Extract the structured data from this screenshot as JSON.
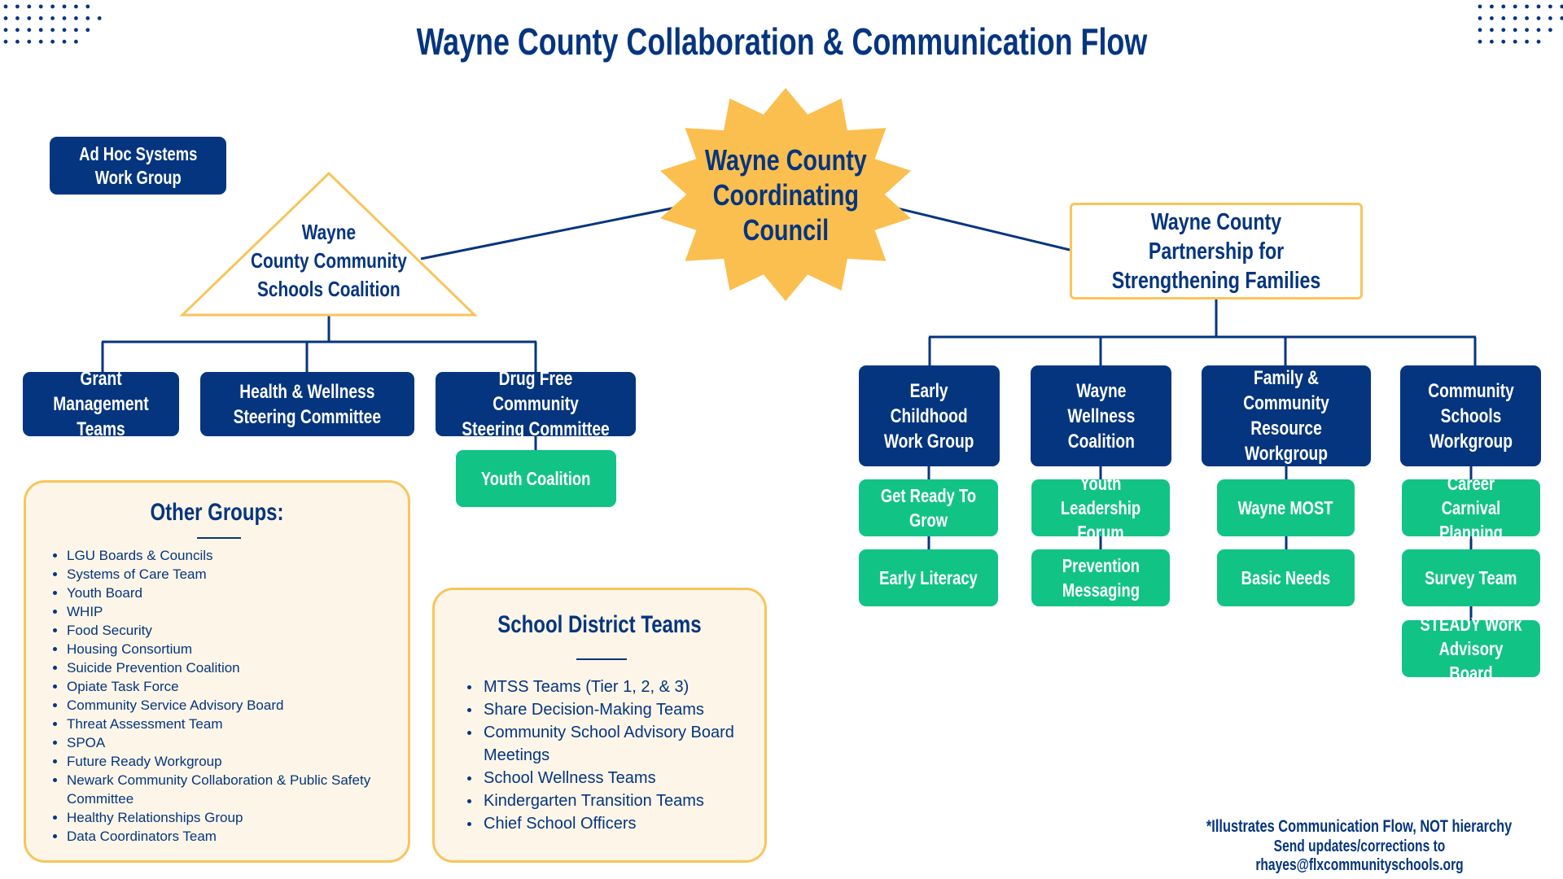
{
  "title": "Wayne County Collaboration & Communication Flow",
  "colors": {
    "navy": "#05357f",
    "green": "#12c386",
    "gold": "#fbbf4f",
    "cream": "#fdf6e8",
    "border": "#f8c55c"
  },
  "ad_hoc": "Ad Hoc Systems\nWork Group",
  "coalition": "Wayne\nCounty Community\nSchools Coalition",
  "council": "Wayne County\nCoordinating\nCouncil",
  "partnership": "Wayne County Partnership for\nStrengthening Families",
  "left_groups": [
    {
      "label": "Grant Management\nTeams"
    },
    {
      "label": "Health & Wellness\nSteering Committee"
    },
    {
      "label": "Drug Free Community\nSteering Committee",
      "children": [
        "Youth Coalition"
      ]
    }
  ],
  "right_groups": [
    {
      "label": "Early\nChildhood\nWork Group",
      "children": [
        "Get Ready To Grow",
        "Early Literacy"
      ]
    },
    {
      "label": "Wayne\nWellness\nCoalition",
      "children": [
        "Youth\nLeadership Forum",
        "Prevention\nMessaging"
      ]
    },
    {
      "label": "Family &\nCommunity\nResource Workgroup",
      "children": [
        "Wayne MOST",
        "Basic Needs"
      ]
    },
    {
      "label": "Community\nSchools\nWorkgroup",
      "children": [
        "Career Carnival\nPlanning",
        "Survey Team",
        "STEADY Work\nAdvisory Board"
      ]
    }
  ],
  "other_groups": {
    "title": "Other Groups:",
    "items": [
      "LGU Boards & Councils",
      "Systems of Care Team",
      "Youth Board",
      "WHIP",
      "Food Security",
      "Housing Consortium",
      "Suicide Prevention Coalition",
      "Opiate Task Force",
      "Community Service Advisory Board",
      "Threat Assessment Team",
      "SPOA",
      "Future Ready Workgroup",
      "Newark Community Collaboration & Public Safety Committee",
      "Healthy Relationships Group",
      "Data Coordinators Team"
    ]
  },
  "school_district": {
    "title": "School District Teams",
    "items": [
      "MTSS Teams (Tier 1, 2, & 3)",
      "Share Decision-Making Teams",
      "Community School Advisory Board Meetings",
      "School Wellness Teams",
      "Kindergarten Transition Teams",
      "Chief School Officers"
    ]
  },
  "footer": {
    "note": "*Illustrates Communication Flow, NOT hierarchy",
    "contact": "Send updates/corrections to rhayes@flxcommunityschools.org"
  }
}
